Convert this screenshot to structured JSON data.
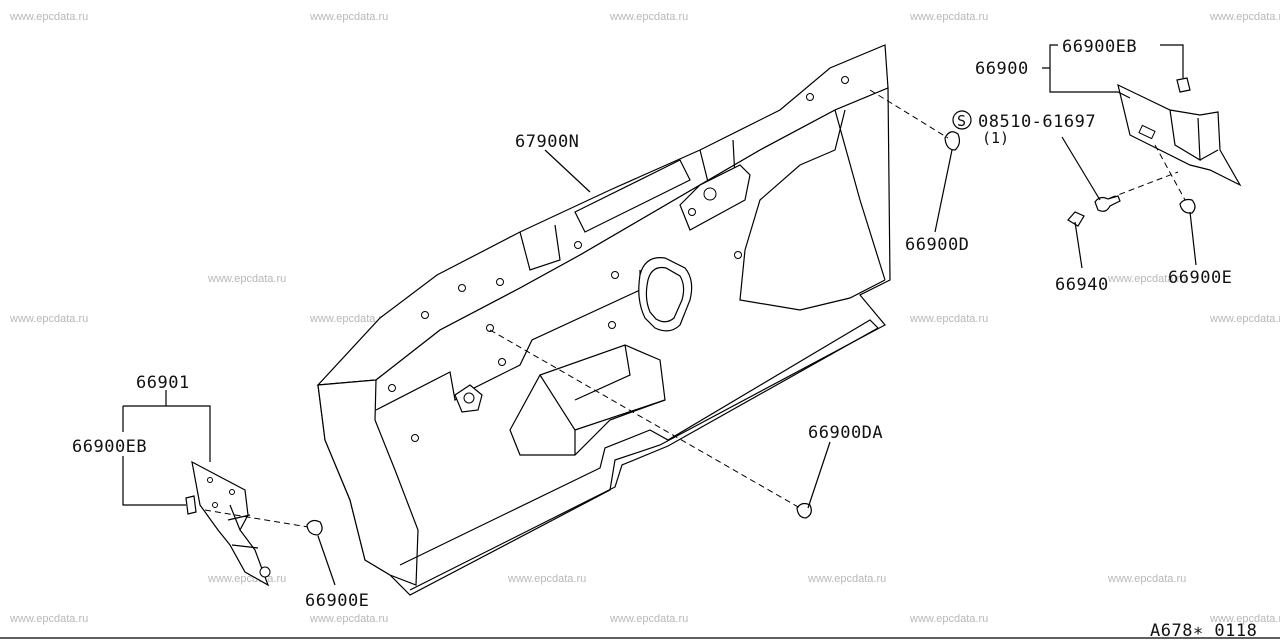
{
  "watermark": "www.epcdata.ru",
  "diagram_code": "A678∗ 0118",
  "parts": {
    "p67900N": "67900N",
    "p66900": "66900",
    "p66900EB_right": "66900EB",
    "p08510": "08510-61697",
    "p08510_qty": "(1)",
    "screw_symbol": "S",
    "p66900D": "66900D",
    "p66940": "66940",
    "p66900E_right": "66900E",
    "p66901": "66901",
    "p66900EB_left": "66900EB",
    "p66900E_left": "66900E",
    "p66900DA": "66900DA"
  }
}
